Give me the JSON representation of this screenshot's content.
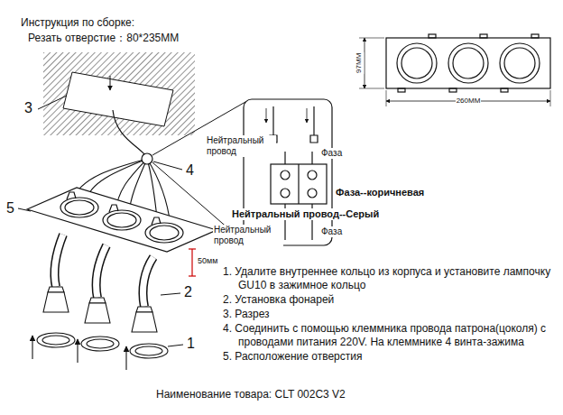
{
  "diagram": {
    "title": "Инструкция по сборке:",
    "caption": "Наименование товара: CLT 002C3 V2",
    "labels": [
      "Резать отверстие：80*235MM",
      "3",
      "4",
      "5",
      "Нейтральный провод",
      "Фаза",
      "Нейтральный провод",
      "Фаза",
      "Фаза--коричневая",
      "Нейтральный провод--Серый",
      "97MM",
      "260MM",
      "50мм",
      "2",
      "1",
      "1. Удалите внутреннее кольцо из корпуса и установите лампочку GU10 в зажимное кольцо",
      "2. Установка фонарей",
      "3. Разрез",
      "4. Соединить с помощью клеммника провода патрона(цоколя) с проводами питания 220V. На клеммнике 4 винта-зажима",
      "5. Расположение отверстия"
    ]
  }
}
